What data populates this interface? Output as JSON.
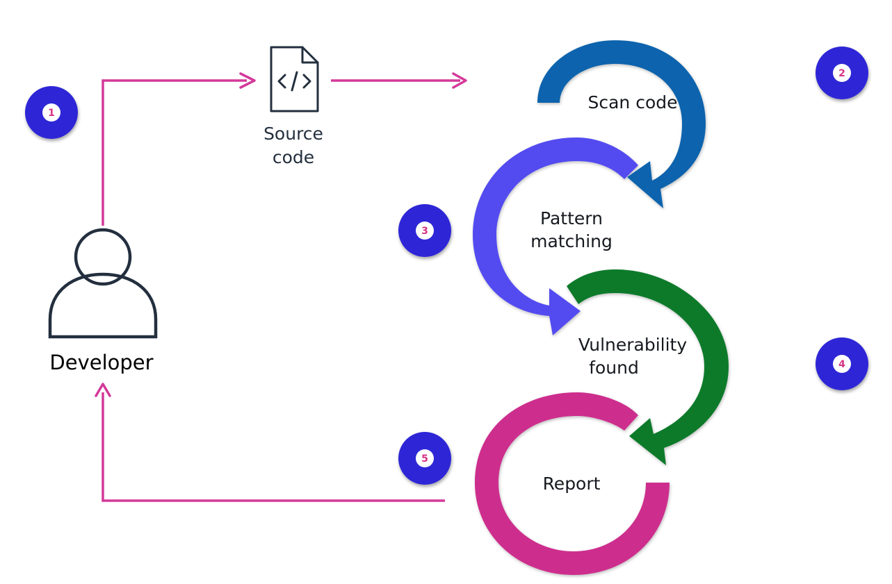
{
  "colors": {
    "connector": "#d4399a",
    "actor_stroke": "#232f3e",
    "badge_fill": "#2d26d6",
    "badge_inner": "#ffffff",
    "badge_number": "#d63384",
    "scan_arc": "#0a63ad",
    "pattern_arc": "#524cf0",
    "vuln_arc": "#0b7a2b",
    "report_arc": "#cd2d8d"
  },
  "actor": {
    "label": "Developer",
    "icon": "user-icon"
  },
  "source": {
    "line1": "Source",
    "line2": "code",
    "icon": "code-file-icon"
  },
  "steps": [
    {
      "id": "scan",
      "line1": "Scan code",
      "line2": ""
    },
    {
      "id": "pattern",
      "line1": "Pattern",
      "line2": "matching"
    },
    {
      "id": "vuln",
      "line1": "Vulnerability",
      "line2": "found"
    },
    {
      "id": "report",
      "line1": "Report",
      "line2": ""
    }
  ],
  "badges": [
    "1",
    "2",
    "3",
    "4",
    "5"
  ]
}
